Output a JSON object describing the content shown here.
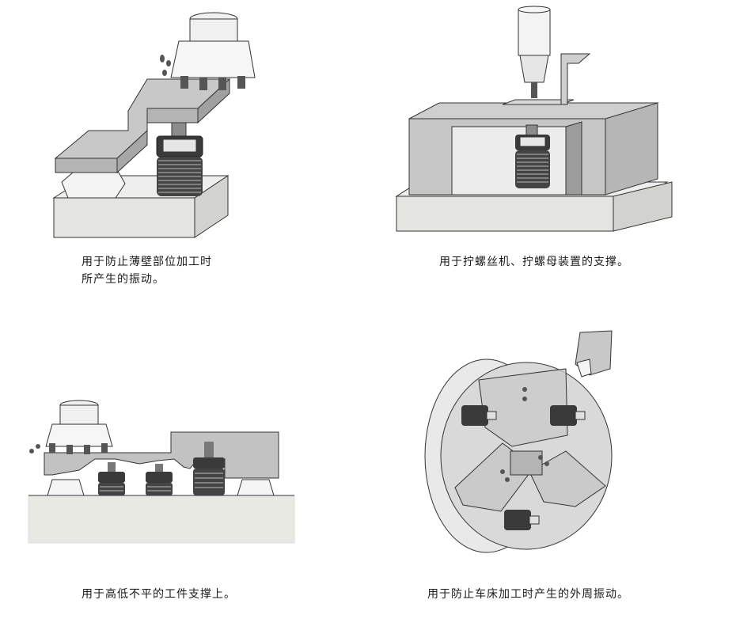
{
  "panels": [
    {
      "caption_lines": [
        "用于防止薄壁部位加工时",
        "所产生的振动。"
      ]
    },
    {
      "caption_lines": [
        "用于拧螺丝机、拧螺母装置的支撑。"
      ]
    },
    {
      "caption_lines": [
        "用于高低不平的工件支撑上。"
      ]
    },
    {
      "caption_lines": [
        "用于防止车床加工时产生的外周振动。"
      ]
    }
  ],
  "colors": {
    "base_top": "#ececec",
    "base_front": "#e2e3de",
    "part": "#cfcfcf",
    "part_dark": "#a9a9a9",
    "outline": "#333333",
    "chuck_face": "#d9d9d9",
    "transparent_jaw": "#c9c9c9"
  }
}
